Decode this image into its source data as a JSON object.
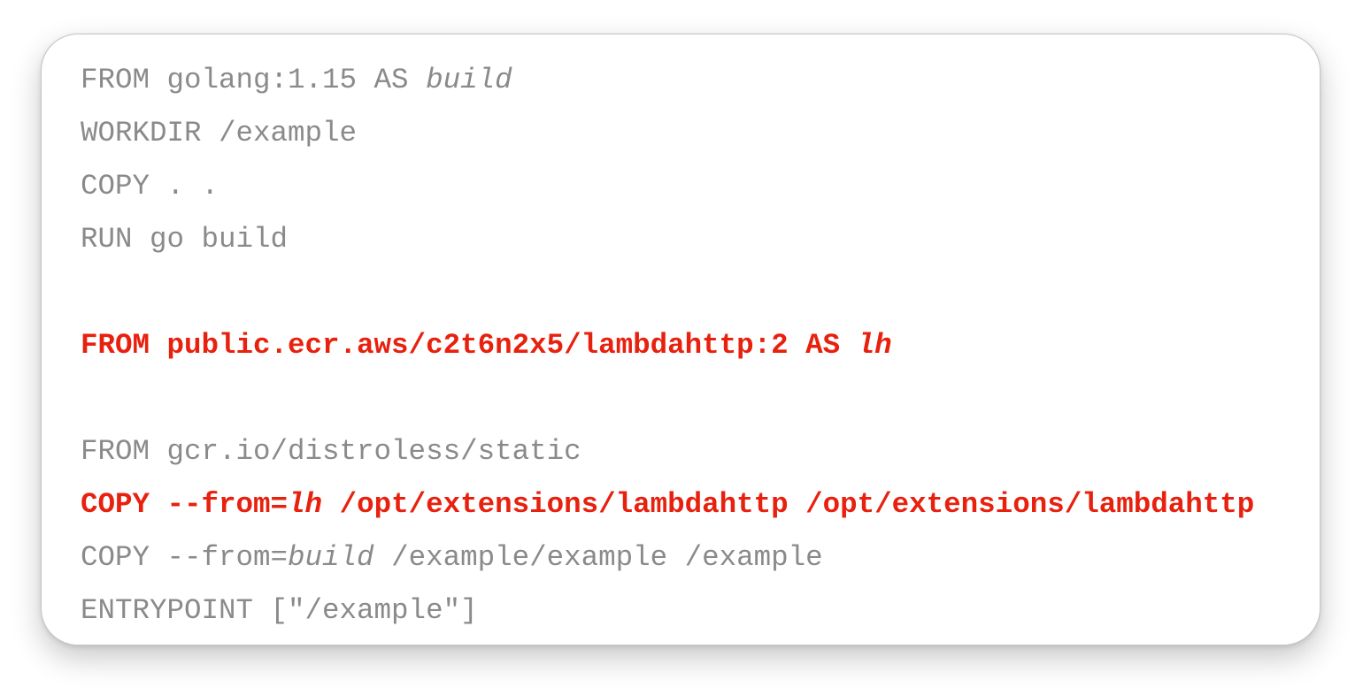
{
  "code_block": {
    "language": "dockerfile",
    "colors": {
      "default_text": "#8a8a8a",
      "highlight_text": "#e8210f",
      "background": "#ffffff"
    },
    "lines": [
      {
        "parts": [
          "FROM golang:1.15 AS ",
          "build"
        ],
        "highlighted": false
      },
      {
        "parts": [
          "WORKDIR /example"
        ],
        "highlighted": false
      },
      {
        "parts": [
          "COPY . ."
        ],
        "highlighted": false
      },
      {
        "parts": [
          "RUN go build"
        ],
        "highlighted": false
      },
      {
        "parts": [
          ""
        ],
        "highlighted": false
      },
      {
        "parts": [
          "FROM public.ecr.aws/c2t6n2x5/lambdahttp:2 AS ",
          "lh"
        ],
        "highlighted": true
      },
      {
        "parts": [
          ""
        ],
        "highlighted": false
      },
      {
        "parts": [
          "FROM gcr.io/distroless/static"
        ],
        "highlighted": false
      },
      {
        "parts": [
          "COPY --from=",
          "lh",
          " /opt/extensions/lambdahttp /opt/extensions/lambdahttp"
        ],
        "highlighted": true
      },
      {
        "parts": [
          "COPY --from=",
          "build",
          " /example/example /example"
        ],
        "highlighted": false
      },
      {
        "parts": [
          "ENTRYPOINT [\"/example\"]"
        ],
        "highlighted": false
      }
    ]
  }
}
